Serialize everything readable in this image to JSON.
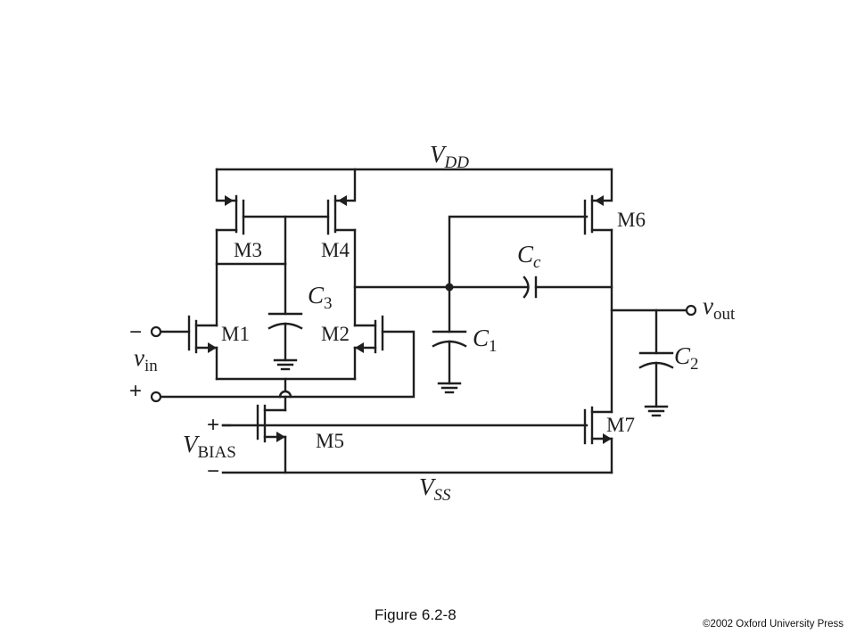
{
  "labels": {
    "vdd": {
      "main": "V",
      "sub": "DD"
    },
    "vss": {
      "main": "V",
      "sub": "SS"
    },
    "vbias": {
      "main": "V",
      "sub": "BIAS"
    },
    "vin": {
      "main": "v",
      "sub": "in"
    },
    "vout": {
      "main": "v",
      "sub": "out"
    },
    "cc": {
      "main": "C",
      "sub": "c"
    },
    "c1": {
      "main": "C",
      "sub": "1"
    },
    "c2": {
      "main": "C",
      "sub": "2"
    },
    "c3": {
      "main": "C",
      "sub": "3"
    },
    "m1": "M1",
    "m2": "M2",
    "m3": "M3",
    "m4": "M4",
    "m5": "M5",
    "m6": "M6",
    "m7": "M7",
    "vin_minus": "−",
    "vin_plus": "+",
    "vbias_plus": "+",
    "vbias_minus": "−"
  },
  "caption": "Figure 6.2-8",
  "copyright": "©2002 Oxford University Press"
}
